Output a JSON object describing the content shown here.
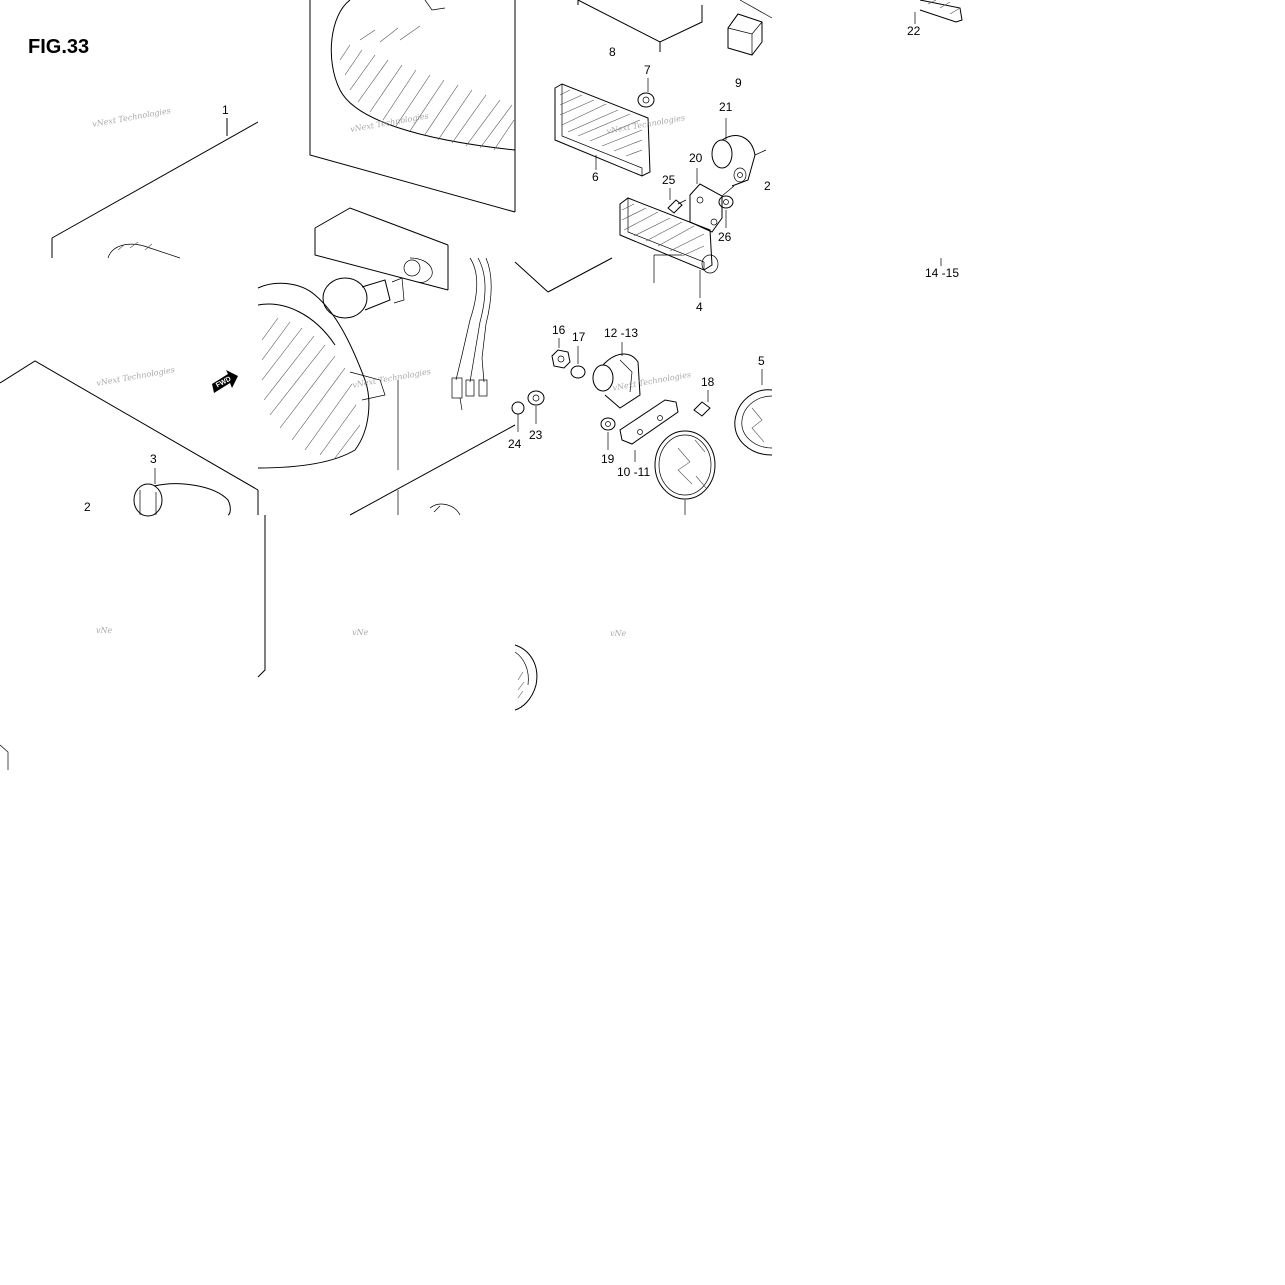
{
  "figure": {
    "title": "FIG.33"
  },
  "callouts": [
    {
      "id": "c1",
      "label": "1"
    },
    {
      "id": "c2",
      "label": "2"
    },
    {
      "id": "c3",
      "label": "3"
    },
    {
      "id": "c4",
      "label": "4"
    },
    {
      "id": "c5",
      "label": "5"
    },
    {
      "id": "c6",
      "label": "6"
    },
    {
      "id": "c7",
      "label": "7"
    },
    {
      "id": "c8",
      "label": "8"
    },
    {
      "id": "c9",
      "label": "9"
    },
    {
      "id": "c10",
      "label": "10 -11"
    },
    {
      "id": "c12",
      "label": "12 -13"
    },
    {
      "id": "c14",
      "label": "14 -15"
    },
    {
      "id": "c16",
      "label": "16"
    },
    {
      "id": "c17",
      "label": "17"
    },
    {
      "id": "c18",
      "label": "18"
    },
    {
      "id": "c19",
      "label": "19"
    },
    {
      "id": "c20",
      "label": "20"
    },
    {
      "id": "c21",
      "label": "21"
    },
    {
      "id": "c22",
      "label": "22"
    },
    {
      "id": "c23",
      "label": "23"
    },
    {
      "id": "c24",
      "label": "24"
    },
    {
      "id": "c25",
      "label": "25"
    },
    {
      "id": "c26",
      "label": "26"
    },
    {
      "id": "c2b",
      "label": "2"
    }
  ],
  "fwd_label": "FWD",
  "watermark": {
    "text": "vNext Technologies",
    "short": "vNe"
  }
}
